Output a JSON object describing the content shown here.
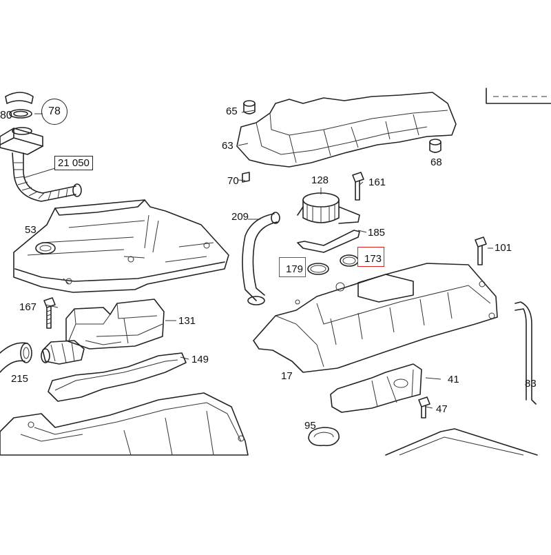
{
  "callouts": [
    {
      "key": "c80",
      "text": "80"
    },
    {
      "key": "c78",
      "text": "78"
    },
    {
      "key": "c21050",
      "text": "21 050"
    },
    {
      "key": "c53",
      "text": "53"
    },
    {
      "key": "c65",
      "text": "65"
    },
    {
      "key": "c63",
      "text": "63"
    },
    {
      "key": "c68",
      "text": "68"
    },
    {
      "key": "c70",
      "text": "70"
    },
    {
      "key": "c128",
      "text": "128"
    },
    {
      "key": "c161",
      "text": "161"
    },
    {
      "key": "c209",
      "text": "209"
    },
    {
      "key": "c185",
      "text": "185"
    },
    {
      "key": "c101",
      "text": "101"
    },
    {
      "key": "c179",
      "text": "179"
    },
    {
      "key": "c173",
      "text": "173"
    },
    {
      "key": "c167",
      "text": "167"
    },
    {
      "key": "c131",
      "text": "131"
    },
    {
      "key": "c149",
      "text": "149"
    },
    {
      "key": "c215",
      "text": "215"
    },
    {
      "key": "c17",
      "text": "17"
    },
    {
      "key": "c41",
      "text": "41"
    },
    {
      "key": "c83",
      "text": "83"
    },
    {
      "key": "c47",
      "text": "47"
    },
    {
      "key": "c95",
      "text": "95"
    }
  ],
  "highlight_color": "#e0201f"
}
